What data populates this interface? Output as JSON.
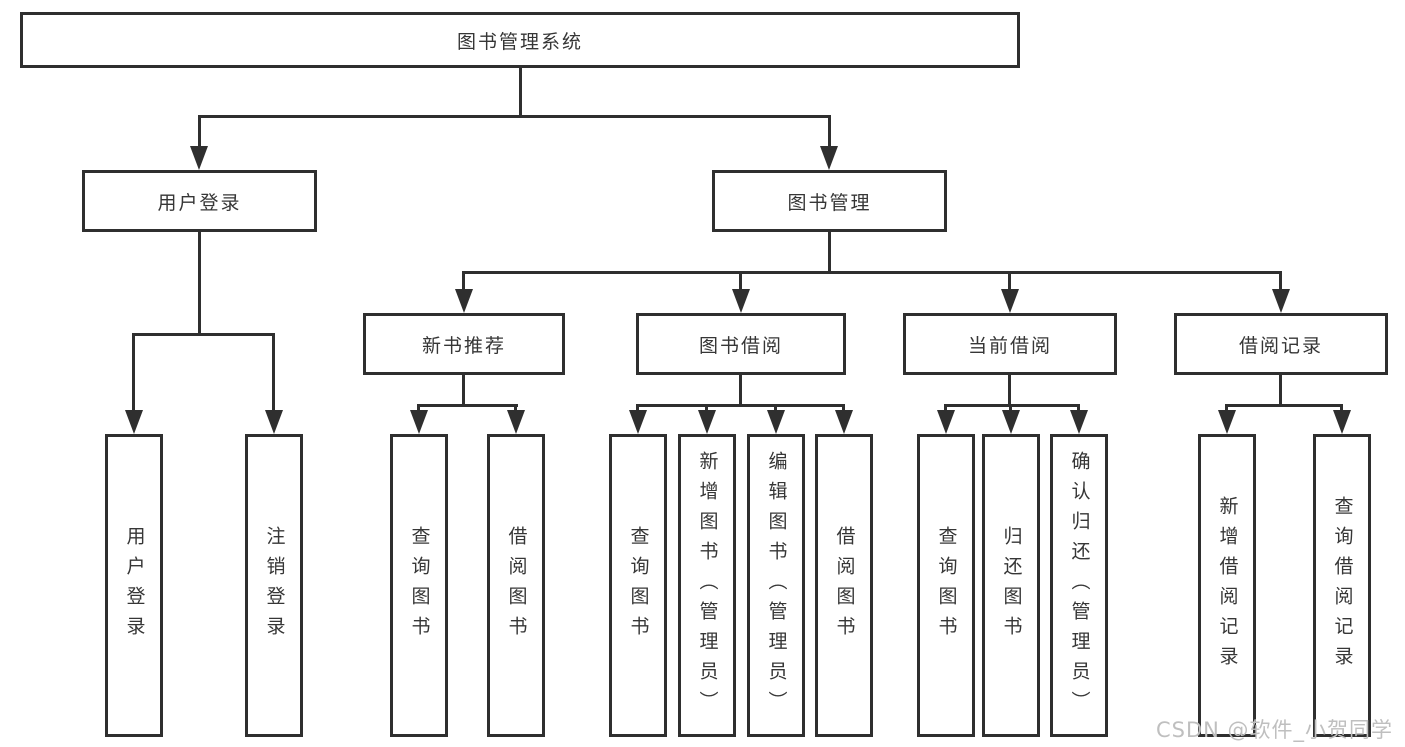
{
  "colors": {
    "line": "#2f2f2f",
    "text": "#363636",
    "background": "#ffffff",
    "watermark": "#bfbfbf"
  },
  "watermark": {
    "text": "CSDN @软件_小贺同学"
  },
  "tree": {
    "root": "图书管理系统",
    "branches": [
      {
        "label": "用户登录",
        "leaves": [
          "用户登录",
          "注销登录"
        ]
      },
      {
        "label": "图书管理",
        "groups": [
          {
            "label": "新书推荐",
            "leaves": [
              "查询图书",
              "借阅图书"
            ]
          },
          {
            "label": "图书借阅",
            "leaves": [
              "查询图书",
              "新增图书（管理员）",
              "编辑图书（管理员）",
              "借阅图书"
            ]
          },
          {
            "label": "当前借阅",
            "leaves": [
              "查询图书",
              "归还图书",
              "确认归还（管理员）"
            ]
          },
          {
            "label": "借阅记录",
            "leaves": [
              "新增借阅记录",
              "查询借阅记录"
            ]
          }
        ]
      }
    ]
  }
}
